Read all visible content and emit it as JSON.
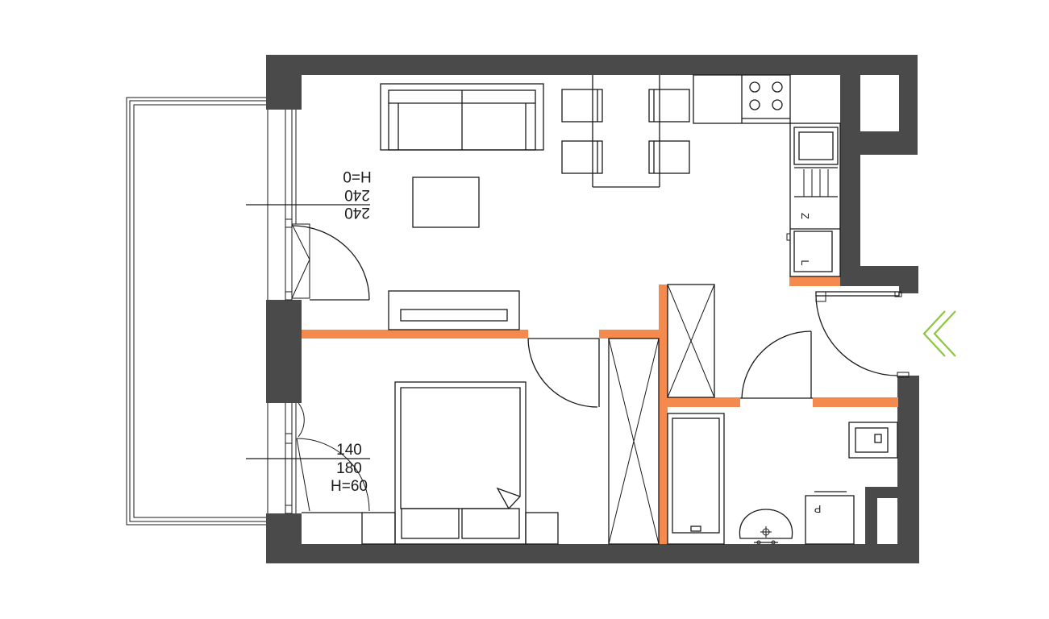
{
  "window_upper": {
    "width": "240",
    "height": "240",
    "sill": "H=0"
  },
  "window_lower": {
    "width": "140",
    "height": "180",
    "sill": "H=60"
  },
  "appliance_labels": {
    "fridge": "Z",
    "dishwasher": "L",
    "washer": "P"
  },
  "colors": {
    "wall": "#4a4a4a",
    "partition": "#f58a4e",
    "entrance_arrow": "#8cc63f",
    "line": "#1a1a1a"
  },
  "icons": {
    "entrance": "double-chevron-left-icon"
  }
}
